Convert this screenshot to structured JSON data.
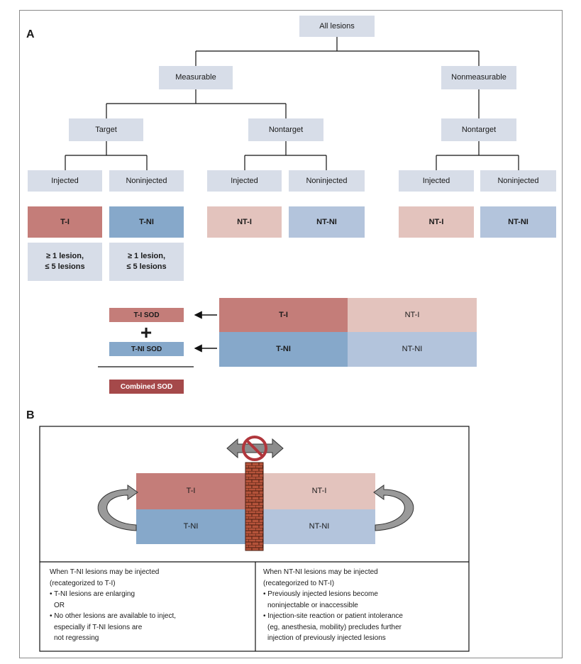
{
  "panelA": {
    "label": "A",
    "tree": {
      "root": "All lesions",
      "measurable": "Measurable",
      "nonmeasurable": "Nonmeasurable",
      "target": "Target",
      "nontarget_m": "Nontarget",
      "nontarget_nm": "Nontarget",
      "injected": "Injected",
      "noninjected": "Noninjected",
      "leaf_ti": "T-I",
      "leaf_tni": "T-NI",
      "leaf_nti_1": "NT-I",
      "leaf_ntni_1": "NT-NI",
      "leaf_nti_2": "NT-I",
      "leaf_ntni_2": "NT-NI",
      "limits_line1": "≥ 1 lesion,",
      "limits_line2": "≤ 5 lesions"
    },
    "sod": {
      "ti_sod": "T-I SOD",
      "plus": "+",
      "tni_sod": "T-NI SOD",
      "combined": "Combined SOD"
    },
    "grid": {
      "ti": "T-I",
      "nti": "NT-I",
      "tni": "T-NI",
      "ntni": "NT-NI"
    }
  },
  "panelB": {
    "label": "B",
    "grid": {
      "ti": "T-I",
      "nti": "NT-I",
      "tni": "T-NI",
      "ntni": "NT-NI"
    },
    "left_note": {
      "heading1": "When T-NI lesions may be injected",
      "heading2": "(recategorized to T-I)",
      "b1": "• T-NI lesions are enlarging",
      "or": "OR",
      "b2a": "• No other lesions are available to inject,",
      "b2b": "especially if T-NI lesions are",
      "b2c": "not regressing"
    },
    "right_note": {
      "heading1": "When NT-NI lesions may be injected",
      "heading2": "(recategorized to NT-I)",
      "b1a": "• Previously injected lesions become",
      "b1b": "noninjectable or inaccessible",
      "b2a": "• Injection-site reaction or patient intolerance",
      "b2b": "(eg, anesthesia, mobility) precludes further",
      "b2c": "injection of previously injected lesions"
    }
  },
  "colors": {
    "target_injected": "#c47d79",
    "target_noninjected": "#86a8ca",
    "nontarget_injected": "#e3c3bd",
    "nontarget_noninjected": "#b3c4dc",
    "combined": "#a5494a",
    "node": "#d7dde8",
    "brick": "#b5533a"
  },
  "icons": [
    "left-right-arrow-icon",
    "no-entry-icon",
    "brick-wall-icon",
    "curved-arrow-icon"
  ]
}
